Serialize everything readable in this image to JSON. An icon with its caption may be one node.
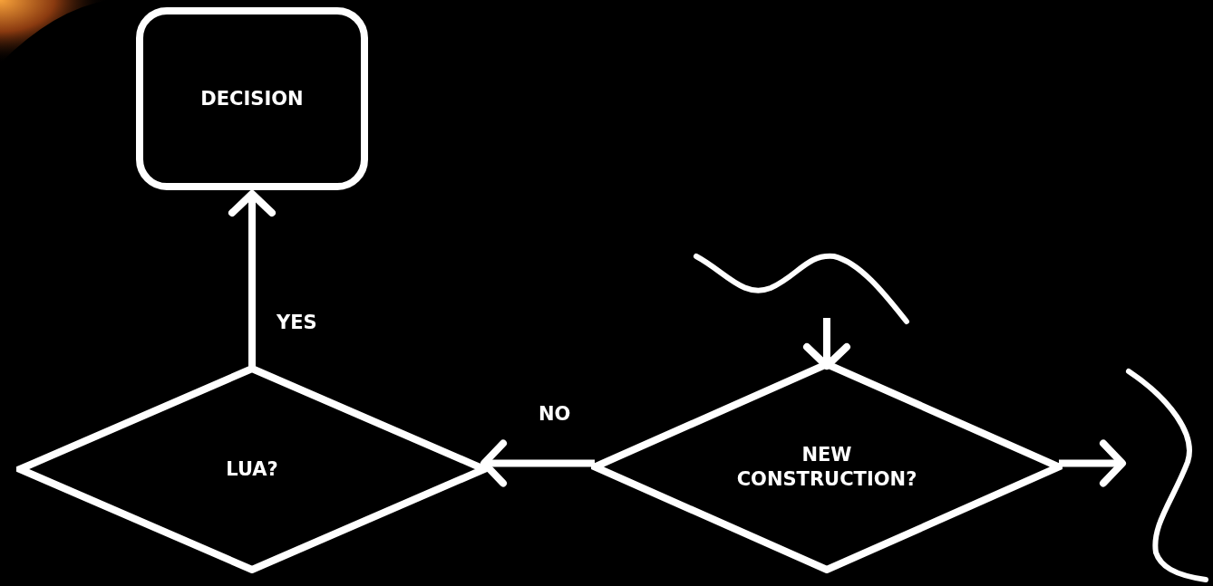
{
  "diagram": {
    "nodes": [
      {
        "text": [
          "DECISION"
        ]
      },
      {
        "text": [
          "LUA?"
        ]
      },
      {
        "text": [
          "NEW CONSTRUCTION?"
        ]
      },
      {
        "text": [],
        "shape": "wave"
      },
      {
        "text": [],
        "shape": "wave"
      }
    ],
    "edges": [
      {
        "from": 1,
        "to": 0,
        "arrow": "to",
        "label": "YES"
      },
      {
        "from": 2,
        "to": 1,
        "arrow": "to",
        "label": "NO"
      },
      {
        "from": 3,
        "to": 2,
        "arrow": "to"
      },
      {
        "from": 2,
        "to": 4,
        "arrow": "to"
      }
    ]
  }
}
